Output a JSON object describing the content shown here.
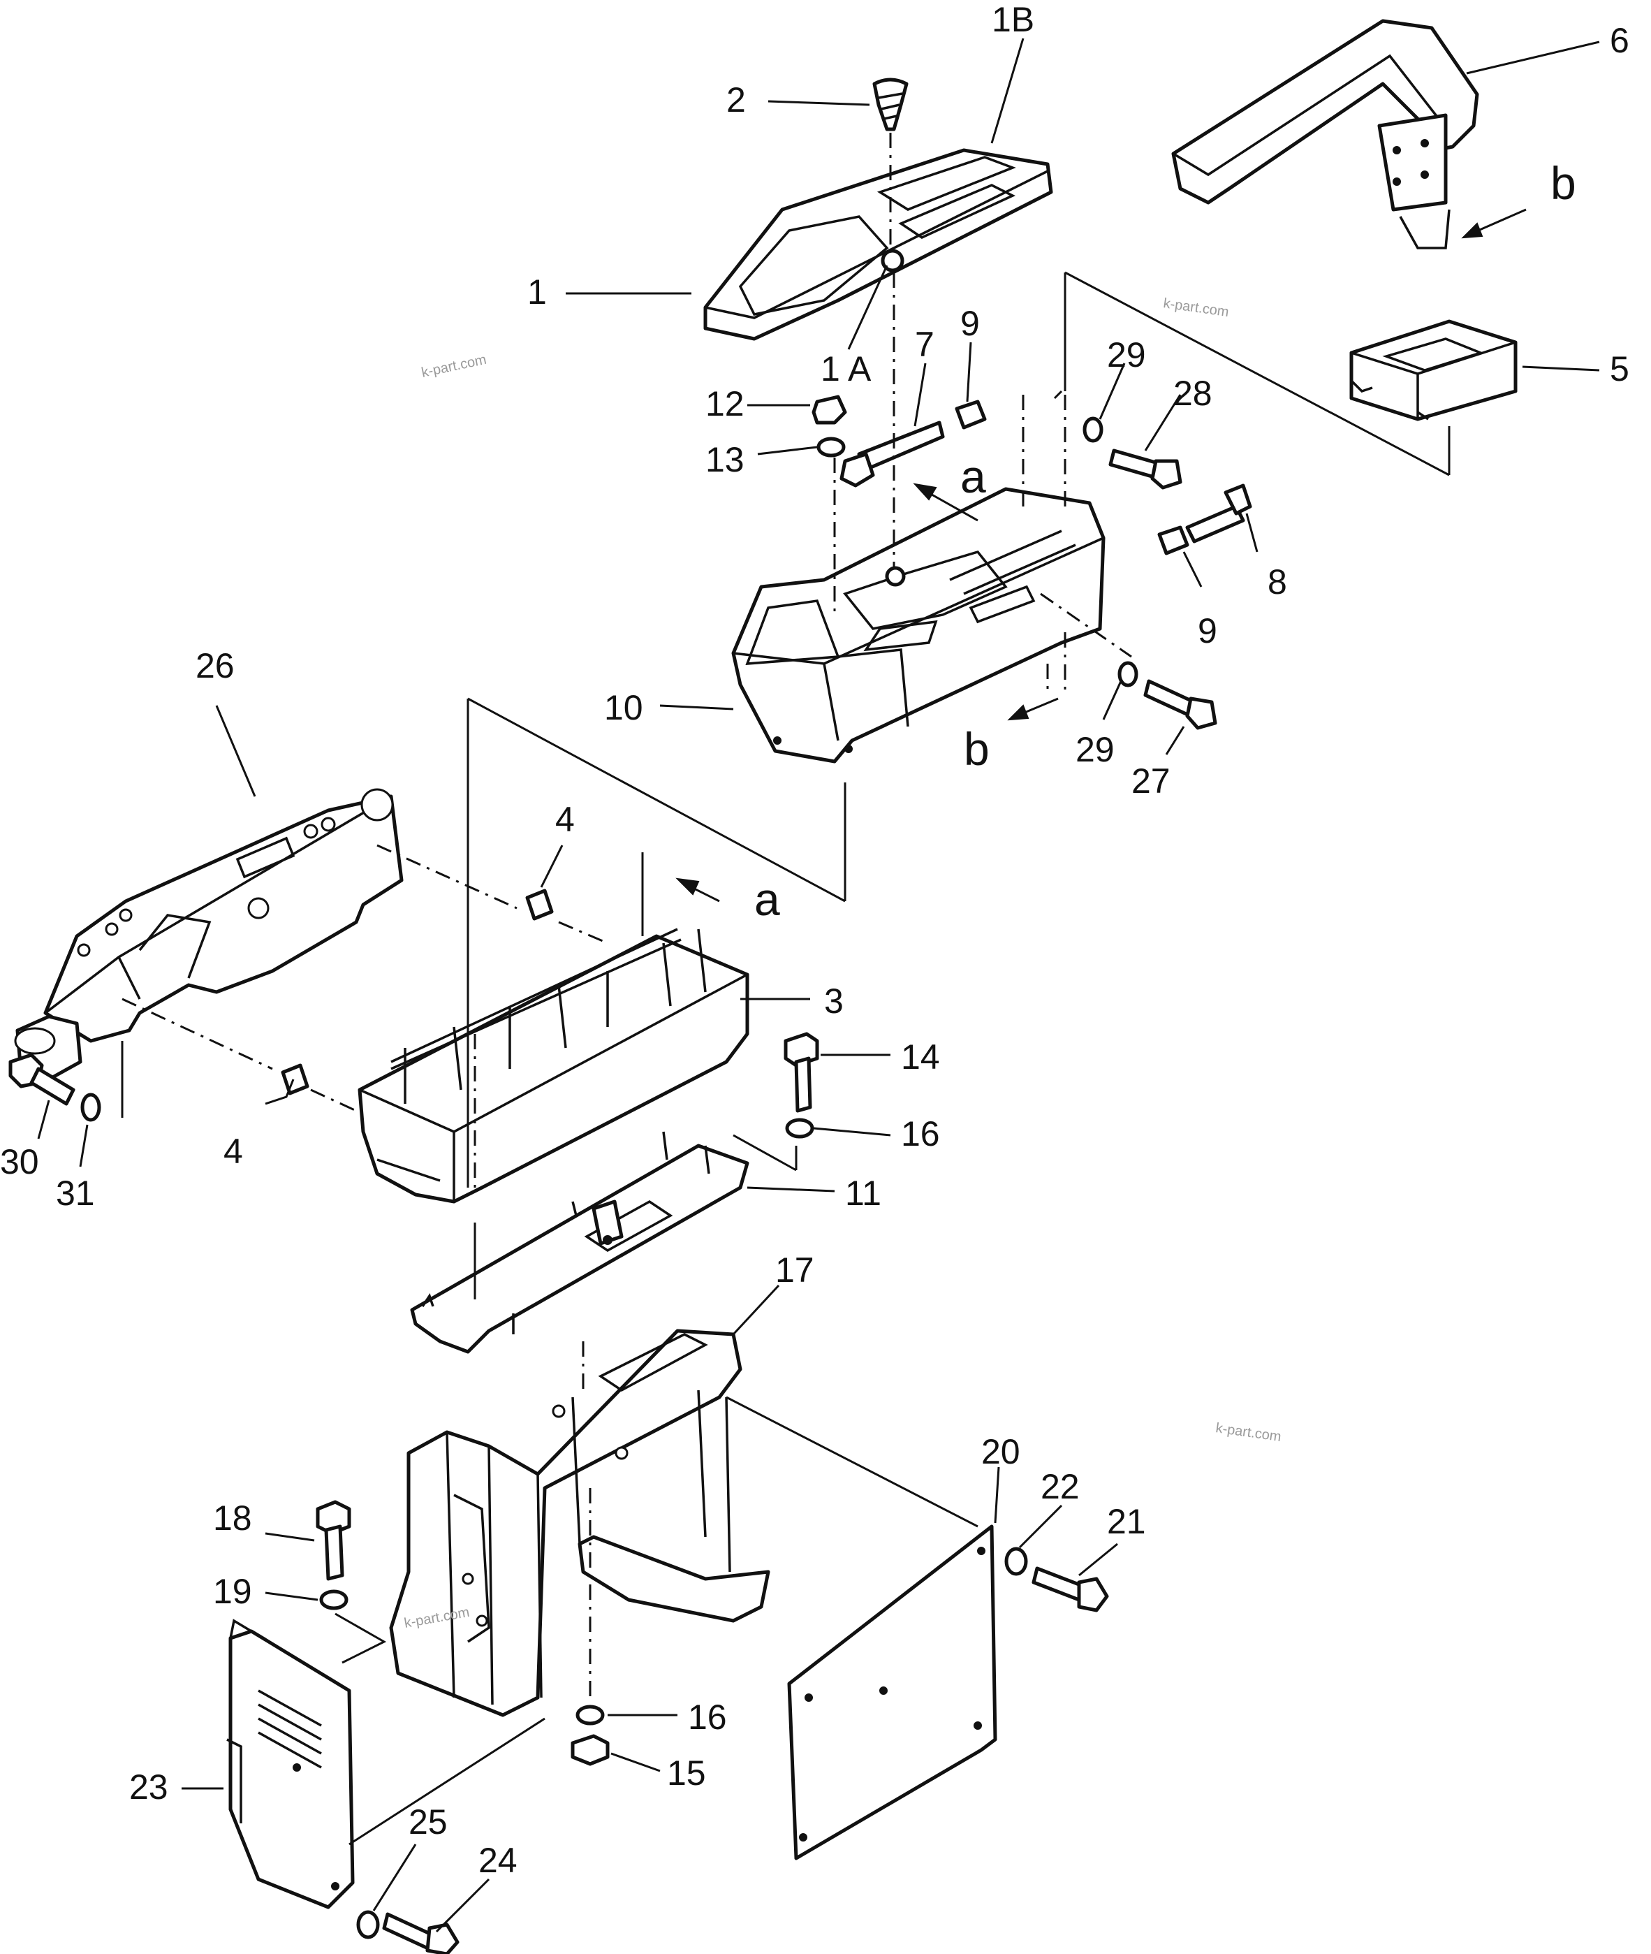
{
  "labels": {
    "l1": "1",
    "l1A": "1 A",
    "l1B": "1B",
    "l2": "2",
    "l3": "3",
    "l4a": "4",
    "l4b": "4",
    "l5": "5",
    "l6": "6",
    "l7": "7",
    "l8": "8",
    "l9a": "9",
    "l9b": "9",
    "l10": "10",
    "l11": "11",
    "l12": "12",
    "l13": "13",
    "l14": "14",
    "l15": "15",
    "l16a": "16",
    "l16b": "16",
    "l17": "17",
    "l18": "18",
    "l19": "19",
    "l20": "20",
    "l21": "21",
    "l22": "22",
    "l23": "23",
    "l24": "24",
    "l25": "25",
    "l26": "26",
    "l27": "27",
    "l28": "28",
    "l29a": "29",
    "l29b": "29",
    "l30": "30",
    "l31": "31"
  },
  "view_markers": {
    "a1": "a",
    "a2": "a",
    "b1": "b",
    "b2": "b"
  },
  "watermarks": {
    "w1": "k-part.com",
    "w2": "k-part.com",
    "w3": "k-part.com",
    "w4": "k-part.com"
  }
}
